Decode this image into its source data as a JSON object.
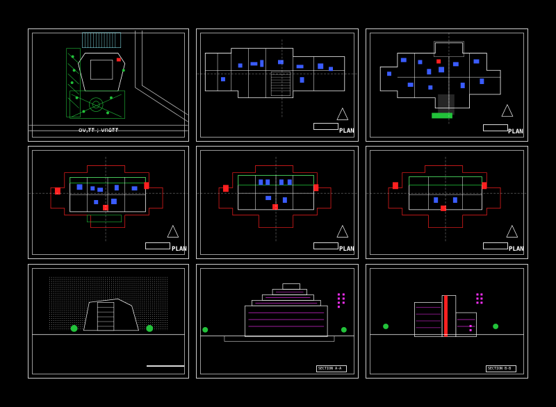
{
  "sheets": {
    "s1": {
      "dimension_text": "ov,۴۴ ; vn۵۴۴"
    },
    "s2": {
      "plan_tag": "PLAN"
    },
    "s3": {
      "plan_tag": "PLAN"
    },
    "s4": {
      "plan_tag": "PLAN"
    },
    "s5": {
      "plan_tag": "PLAN"
    },
    "s6": {
      "plan_tag": "PLAN"
    },
    "s7": {
      "title": ""
    },
    "s8": {
      "title": "SECTION A-A"
    },
    "s9": {
      "title": "SECTION B-B"
    }
  },
  "colors": {
    "background": "#000000",
    "frame": "#cfcfcf",
    "walls": "#ffffff",
    "furniture": "#3a5cff",
    "accent_red": "#ff2020",
    "landscape_green": "#22c23a",
    "magenta": "#ff30ff"
  }
}
